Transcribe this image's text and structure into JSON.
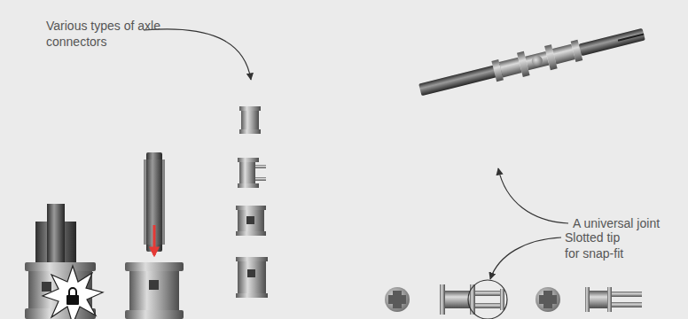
{
  "diagram": {
    "labels": [
      "Various types of axle connectors",
      "A universal joint",
      "Slotted tip for snap-fit"
    ]
  }
}
